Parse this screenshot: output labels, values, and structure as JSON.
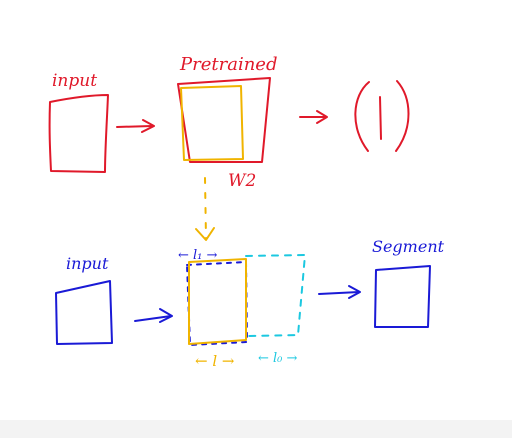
{
  "top_row": {
    "input_label": "input",
    "pretrained_label": "Pretrained",
    "weights_label": "W2",
    "output_symbol": "( | )"
  },
  "bottom_row": {
    "input_label": "input",
    "segment_label": "Segment",
    "l1_label": "← l₁ →",
    "l_label": "← l →",
    "l0_label": "← l₀ →"
  },
  "colors": {
    "red": "#e0192a",
    "blue": "#1a1ad6",
    "yellow": "#f0b400",
    "cyan": "#1cc8e0"
  }
}
